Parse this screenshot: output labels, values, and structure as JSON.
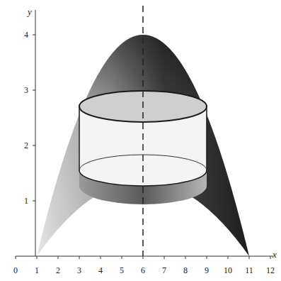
{
  "diagram": {
    "labels": [
      "y",
      "x",
      "4",
      "3",
      "2",
      "1",
      "0",
      "1",
      "2",
      "3",
      "4",
      "5",
      "6",
      "7",
      "8",
      "9",
      "10",
      "11",
      "12"
    ]
  }
}
